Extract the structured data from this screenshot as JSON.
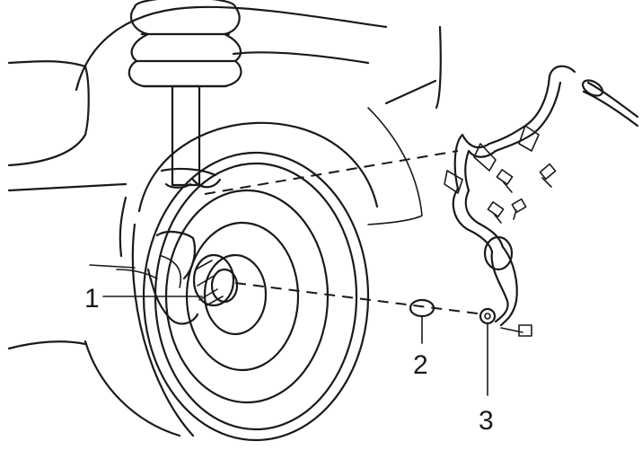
{
  "callouts": [
    {
      "id": "1",
      "label": "1"
    },
    {
      "id": "2",
      "label": "2"
    },
    {
      "id": "3",
      "label": "3"
    }
  ],
  "colors": {
    "ink": "#1a1a1a",
    "background": "#ffffff"
  }
}
